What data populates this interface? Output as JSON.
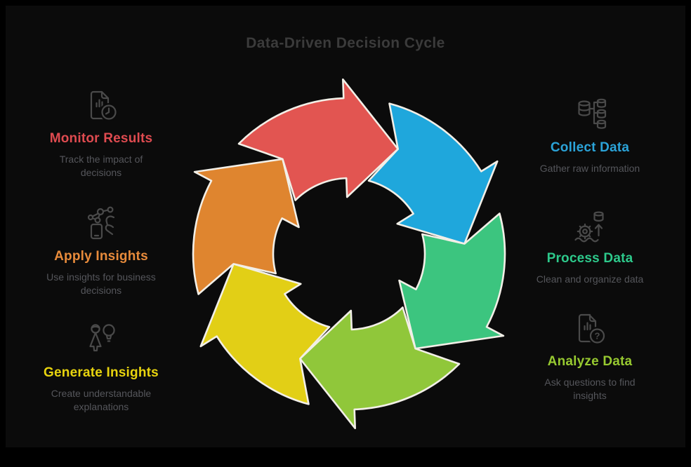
{
  "title": "Data-Driven Decision Cycle",
  "colors": {
    "background": "#0b0b0b",
    "title": "#3b3b3b",
    "subtitle": "#55565b",
    "icon_stroke": "#4a4a4a",
    "arrow_outline": "#f2efe7"
  },
  "left_items": [
    {
      "label": "Monitor Results",
      "description": "Track the impact of decisions",
      "color": "#df4b50",
      "icon": "report-clock-icon"
    },
    {
      "label": "Apply Insights",
      "description": "Use insights for business decisions",
      "color": "#e88b3b",
      "icon": "hand-network-icon"
    },
    {
      "label": "Generate Insights",
      "description": "Create understandable explanations",
      "color": "#e8d40e",
      "icon": "person-lightbulb-icon"
    }
  ],
  "right_items": [
    {
      "label": "Collect Data",
      "description": "Gather raw information",
      "color": "#2ba3d8",
      "icon": "databases-icon"
    },
    {
      "label": "Process Data",
      "description": "Clean and organize data",
      "color": "#2dc98b",
      "icon": "gear-database-icon"
    },
    {
      "label": "Analyze Data",
      "description": "Ask questions to find insights",
      "color": "#97c930",
      "icon": "report-question-icon"
    }
  ],
  "cycle": {
    "direction": "clockwise",
    "segments": [
      {
        "name": "collect-data",
        "color": "#1fa7dc"
      },
      {
        "name": "process-data",
        "color": "#3cc57f"
      },
      {
        "name": "analyze-data",
        "color": "#90c73a"
      },
      {
        "name": "generate-insights",
        "color": "#e2cf16"
      },
      {
        "name": "apply-insights",
        "color": "#df852f"
      },
      {
        "name": "monitor-results",
        "color": "#e25551"
      }
    ]
  }
}
